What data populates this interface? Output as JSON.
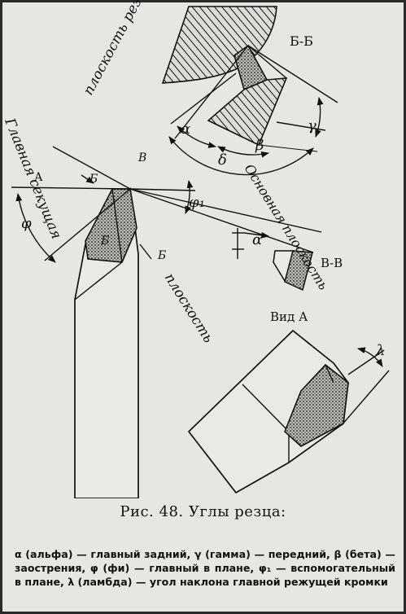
{
  "figure": {
    "caption": "Рис. 48. Углы резца:",
    "legend": "α (альфа) — главный задний, γ (гамма) — передний, β (бета) — заострения, φ (фи) — главный в плане, φ₁ — вспомогательный в плане, λ (ламбда) — угол наклона главной режущей кромки"
  },
  "labels": {
    "plane_cut": "плоскость резания",
    "section_bb": "Б-Б",
    "main_secant": "Главная секущая",
    "basic_plane": "Основная плоскость",
    "plane": "плоскость",
    "a": "А",
    "b_mark": "Б",
    "v_mark": "В",
    "section_vv": "В-В",
    "view_a": "Вид А"
  },
  "angles": {
    "alpha": "α",
    "beta": "β",
    "gamma": "γ",
    "delta": "δ",
    "phi": "φ",
    "phi1": "φ₁",
    "lambda": "λ"
  }
}
